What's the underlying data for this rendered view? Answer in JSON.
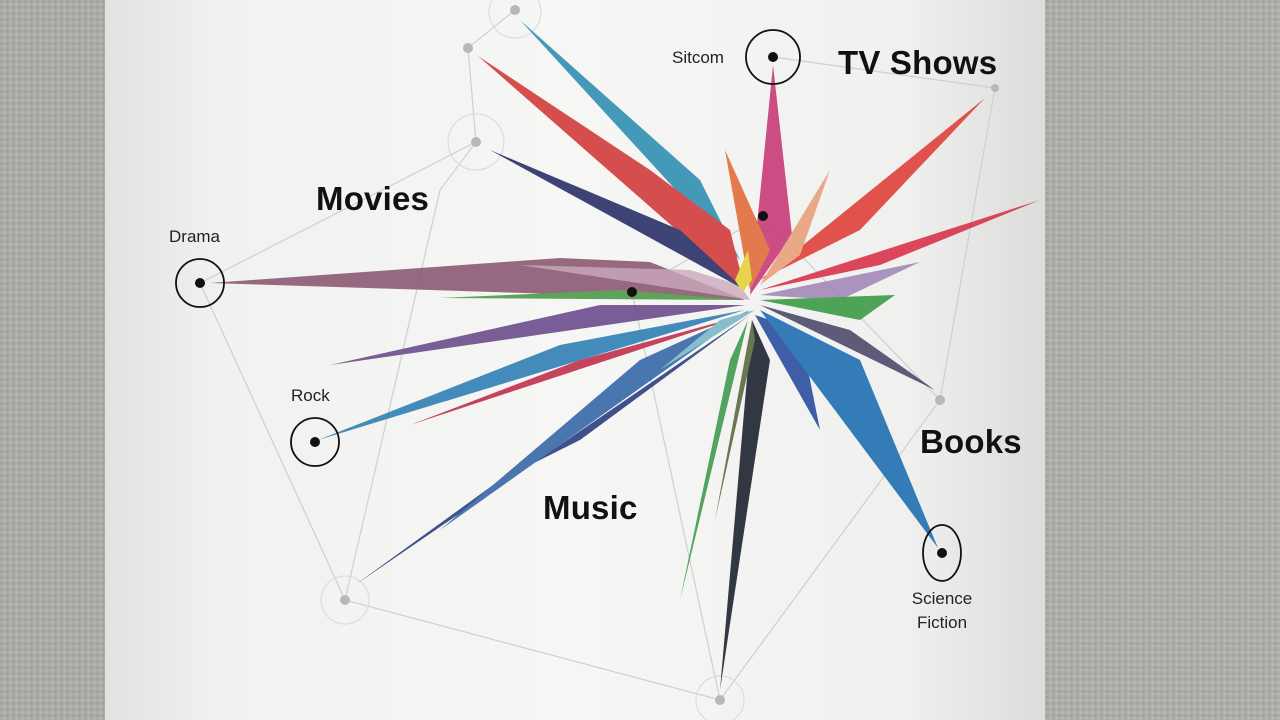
{
  "categories": {
    "tv_shows": "TV Shows",
    "movies": "Movies",
    "books": "Books",
    "music": "Music"
  },
  "genres": {
    "sitcom": "Sitcom",
    "drama": "Drama",
    "rock": "Rock",
    "science_fiction_line1": "Science",
    "science_fiction_line2": "Fiction"
  },
  "colors": {
    "shirt": "#f4f4f2",
    "sweater": "#a9a8a5",
    "ink": "#111111"
  }
}
